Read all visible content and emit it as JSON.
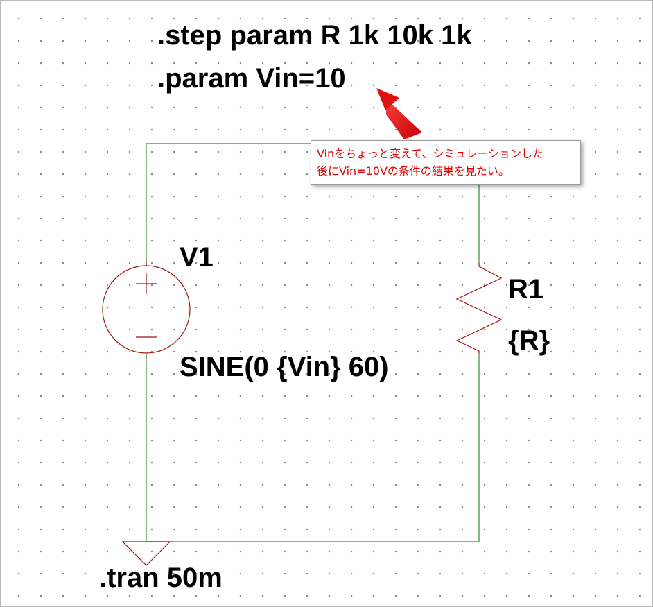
{
  "directives": {
    "step": ".step param R 1k 10k 1k",
    "param": ".param Vin=10",
    "tran": ".tran 50m"
  },
  "source": {
    "name": "V1",
    "value": "SINE(0 {Vin} 60)",
    "plus_symbol": "+",
    "minus_symbol": "−"
  },
  "resistor": {
    "name": "R1",
    "value": "{R}"
  },
  "callout": {
    "line1": "Vinをちょっと変えて、シミュレーションした",
    "line2": "後にVin=10Vの条件の結果を見たい。"
  },
  "colors": {
    "wire": "#2e8b2e",
    "component": "#a01010",
    "callout_text": "#e00000",
    "arrow": "#e01010"
  }
}
